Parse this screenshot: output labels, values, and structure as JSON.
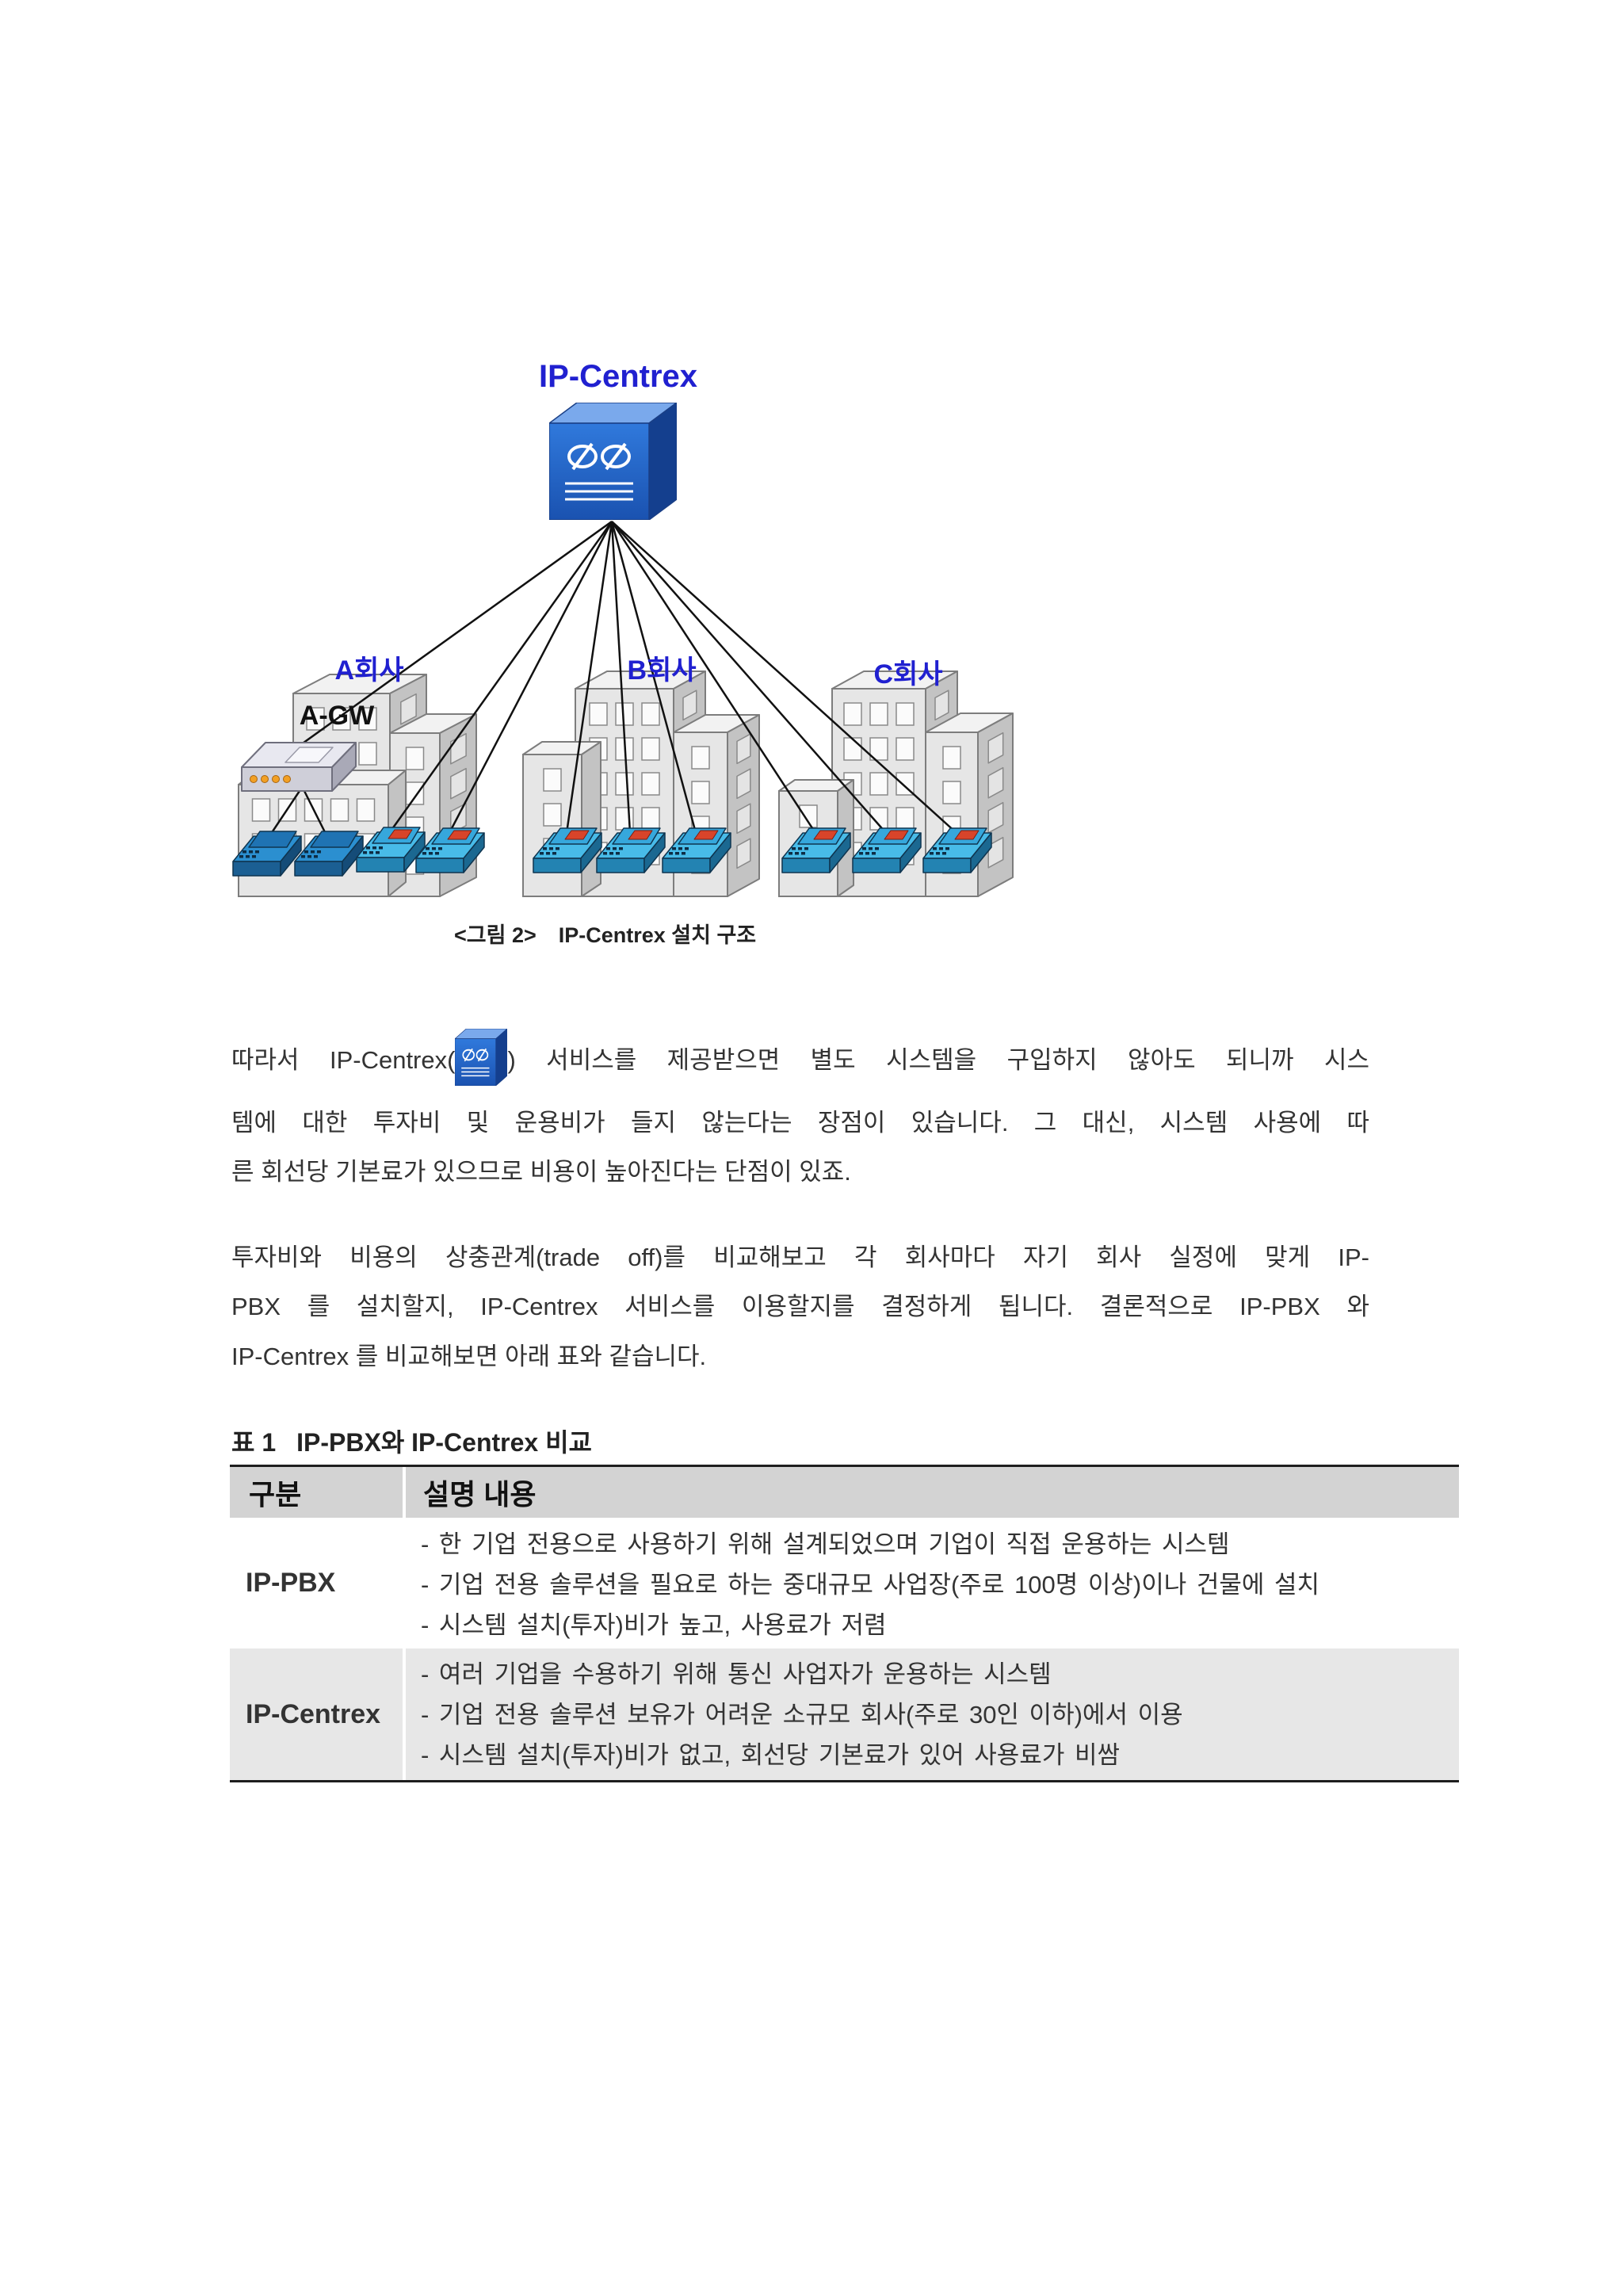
{
  "document": {
    "figure": {
      "title": "IP-Centrex",
      "labels": {
        "company_a": "A회사",
        "gateway": "A-GW",
        "company_b": "B회사",
        "company_c": "C회사"
      },
      "caption_number": "<그림 2>",
      "caption_text": "IP-Centrex 설치 구조",
      "icons": {
        "server": "server-icon",
        "gateway": "gateway-icon",
        "phone": "ip-phone-icon",
        "building": "office-building-icon",
        "inline": "server-icon"
      }
    },
    "body": {
      "paragraph1": {
        "line1_before": "따라서 IP-Centrex(",
        "line1_after": ") 서비스를 제공받으면 별도 시스템을 구입하지 않아도 되니까 시스",
        "line2": "템에 대한 투자비 및 운용비가 들지 않는다는 장점이 있습니다. 그 대신, 시스템 사용에 따",
        "line3": "른 회선당 기본료가 있으므로 비용이 높아진다는 단점이 있죠."
      },
      "paragraph2": {
        "line1": "투자비와 비용의 상충관계(trade off)를 비교해보고 각 회사마다 자기 회사 실정에 맞게 IP-",
        "line2": "PBX 를 설치할지, IP-Centrex 서비스를 이용할지를 결정하게 됩니다. 결론적으로 IP-PBX 와",
        "line3": "IP-Centrex 를 비교해보면 아래 표와 같습니다."
      }
    },
    "table": {
      "caption_label": "표 1",
      "caption_title": "IP-PBX와 IP-Centrex 비교",
      "headers": [
        "구분",
        "설명 내용"
      ],
      "rows": [
        {
          "category": "IP-PBX",
          "items": [
            "- 한 기업 전용으로 사용하기 위해 설계되었으며 기업이 직접 운용하는 시스템",
            "- 기업 전용 솔루션을 필요로 하는 중대규모 사업장(주로 100명 이상)이나 건물에 설치",
            "- 시스템 설치(투자)비가 높고, 사용료가 저렴"
          ]
        },
        {
          "category": "IP-Centrex",
          "items": [
            "- 여러 기업을 수용하기 위해 통신 사업자가 운용하는 시스템",
            "- 기업 전용 솔루션 보유가 어려운 소규모 회사(주로 30인 이하)에서 이용",
            "- 시스템 설치(투자)비가 없고, 회선당 기본료가 있어 사용료가 비쌈"
          ]
        }
      ]
    }
  },
  "colors": {
    "figure_label_blue": "#2020d0",
    "server_blue": "#1f5fc4",
    "table_header_bg": "#d3d3d3",
    "table_alt_row_bg": "#e7e7e7",
    "table_rule": "#1e1e1e"
  }
}
